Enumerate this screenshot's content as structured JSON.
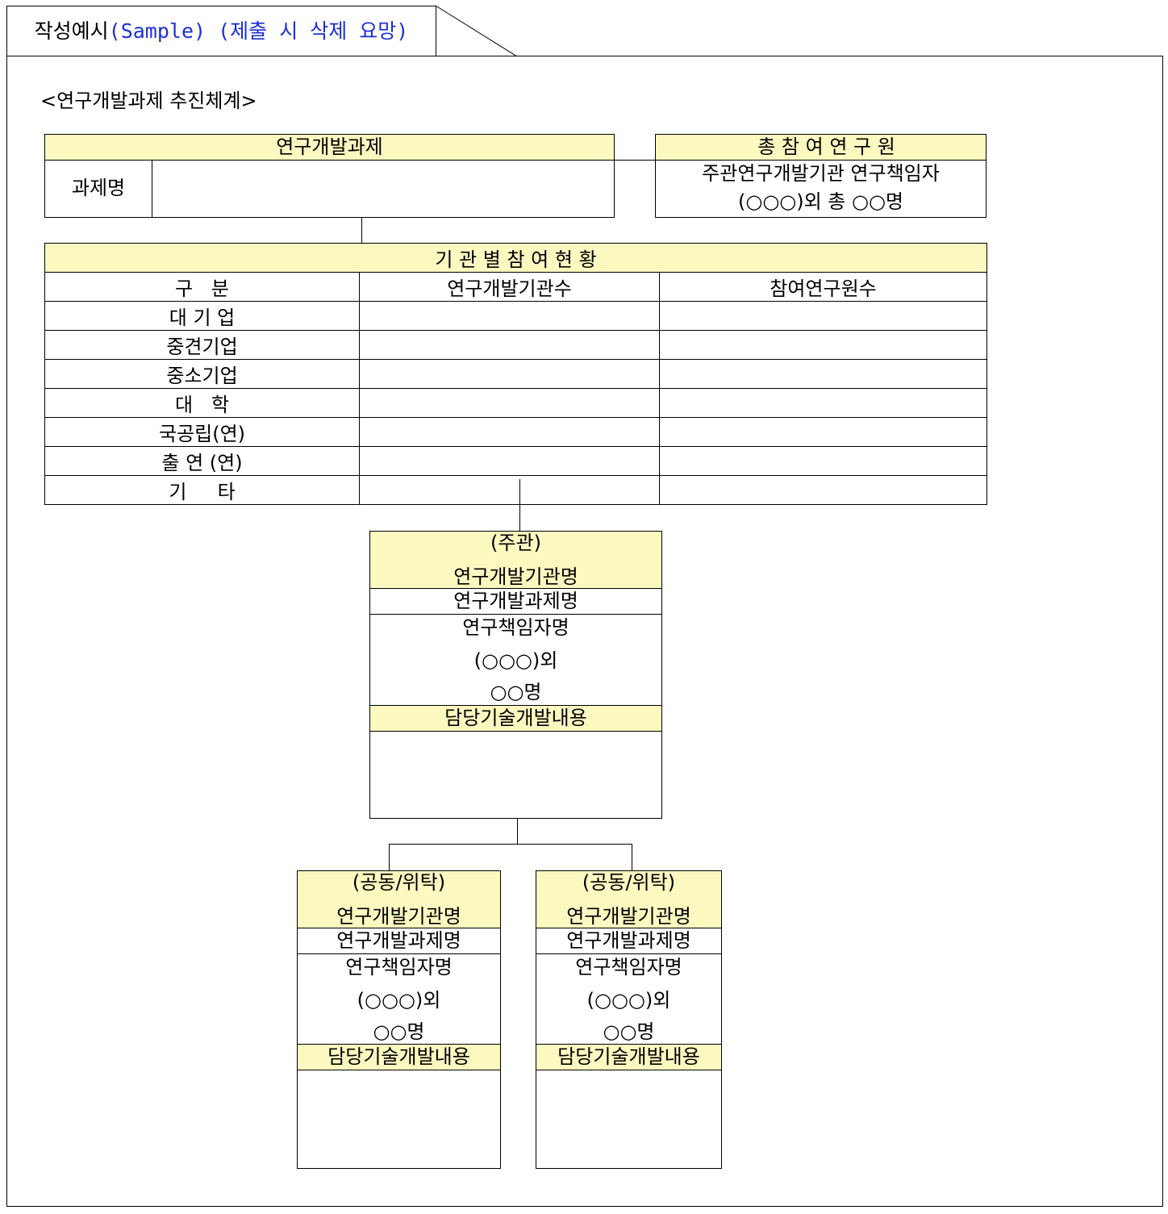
{
  "tab": {
    "title": "작성예시",
    "note": "(Sample) (제출 시 삭제 요망)"
  },
  "section_title": "<연구개발과제 추진체계>",
  "project": {
    "header": "연구개발과제",
    "name_label": "과제명",
    "name_value": ""
  },
  "researchers": {
    "header": "총 참 여 연 구 원",
    "line1": "주관연구개발기관 연구책임자",
    "line2": "(○○○)외 총 ○○명"
  },
  "participation": {
    "header": "기 관 별 참 여 현 황",
    "columns": [
      "구   분",
      "연구개발기관수",
      "참여연구원수"
    ],
    "rows": [
      {
        "label": "대 기 업",
        "orgs": "",
        "researchers": ""
      },
      {
        "label": "중견기업",
        "orgs": "",
        "researchers": ""
      },
      {
        "label": "중소기업",
        "orgs": "",
        "researchers": ""
      },
      {
        "label": "대   학",
        "orgs": "",
        "researchers": ""
      },
      {
        "label": "국공립(연)",
        "orgs": "",
        "researchers": ""
      },
      {
        "label": "출 연 (연)",
        "orgs": "",
        "researchers": ""
      },
      {
        "label": "기     타",
        "orgs": "",
        "researchers": ""
      }
    ]
  },
  "lead_org": {
    "role": "(주관)",
    "org_name": "연구개발기관명",
    "project_name": "연구개발과제명",
    "pi_name": "연구책임자명",
    "pi_line2": "(○○○)외",
    "pi_line3": "○○명",
    "tech_header": "담당기술개발내용",
    "tech_content": ""
  },
  "joint_orgs": [
    {
      "role": "(공동/위탁)",
      "org_name": "연구개발기관명",
      "project_name": "연구개발과제명",
      "pi_name": "연구책임자명",
      "pi_line2": "(○○○)외",
      "pi_line3": "○○명",
      "tech_header": "담당기술개발내용",
      "tech_content": ""
    },
    {
      "role": "(공동/위탁)",
      "org_name": "연구개발기관명",
      "project_name": "연구개발과제명",
      "pi_name": "연구책임자명",
      "pi_line2": "(○○○)외",
      "pi_line3": "○○명",
      "tech_header": "담당기술개발내용",
      "tech_content": ""
    }
  ],
  "colors": {
    "header_fill": "#fbf8c0",
    "note_text": "#1a2fd8"
  }
}
